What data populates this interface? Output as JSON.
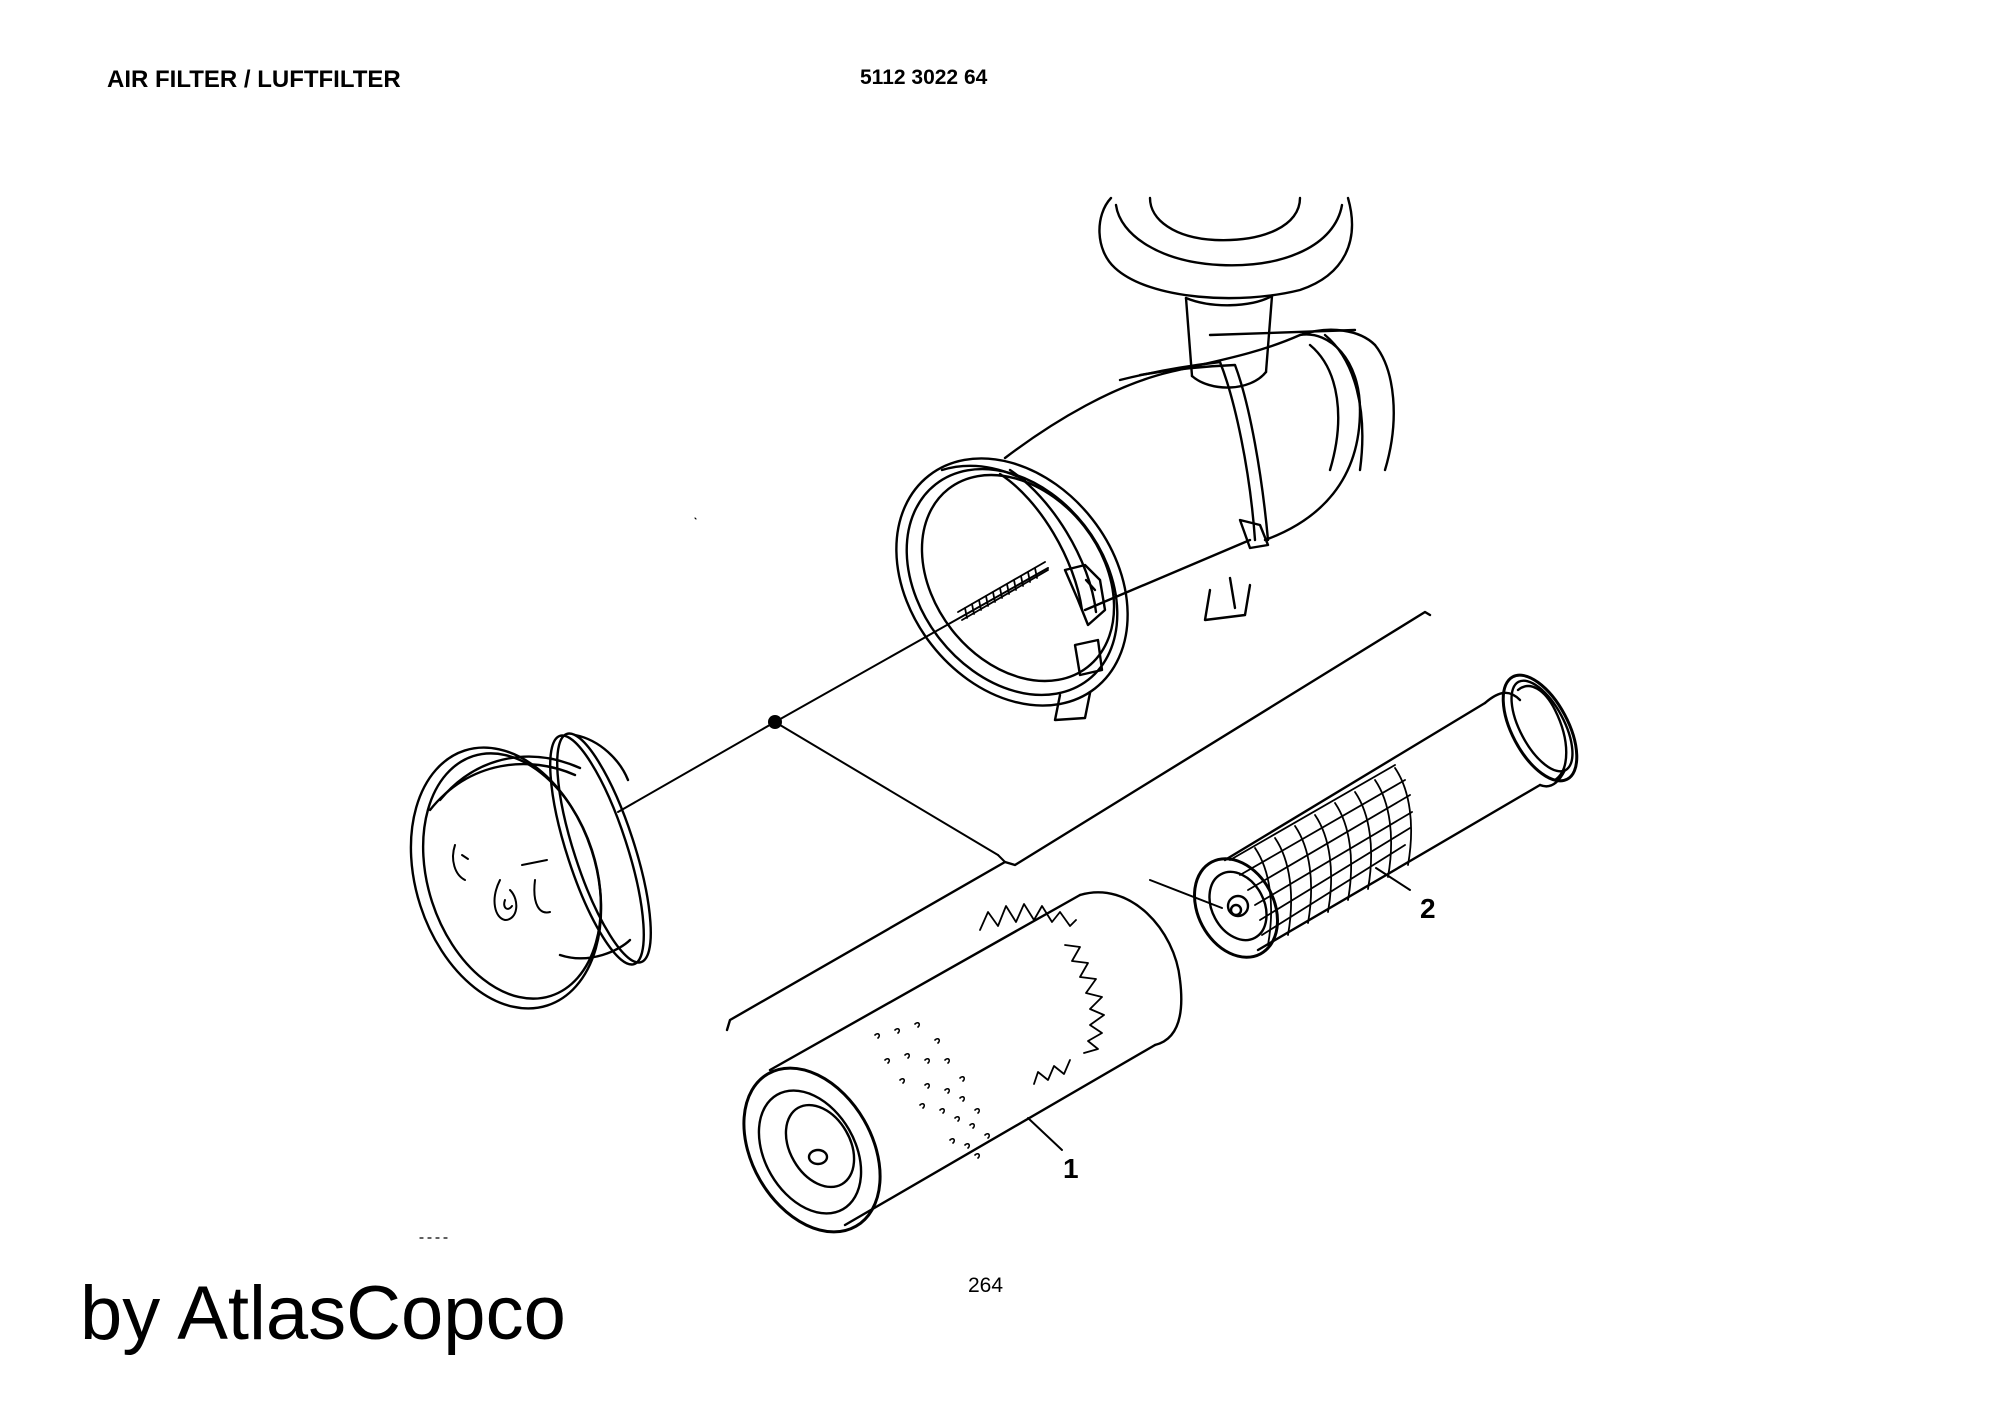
{
  "header": {
    "title": "AIR FILTER / LUFTFILTER",
    "part_number": "5112 3022 64"
  },
  "diagram": {
    "callouts": [
      {
        "id": "1",
        "label": "1",
        "part": "main-filter-element"
      },
      {
        "id": "2",
        "label": "2",
        "part": "safety-filter-element"
      }
    ]
  },
  "footer": {
    "page_number": "264",
    "brand": "by AtlasCopco"
  }
}
